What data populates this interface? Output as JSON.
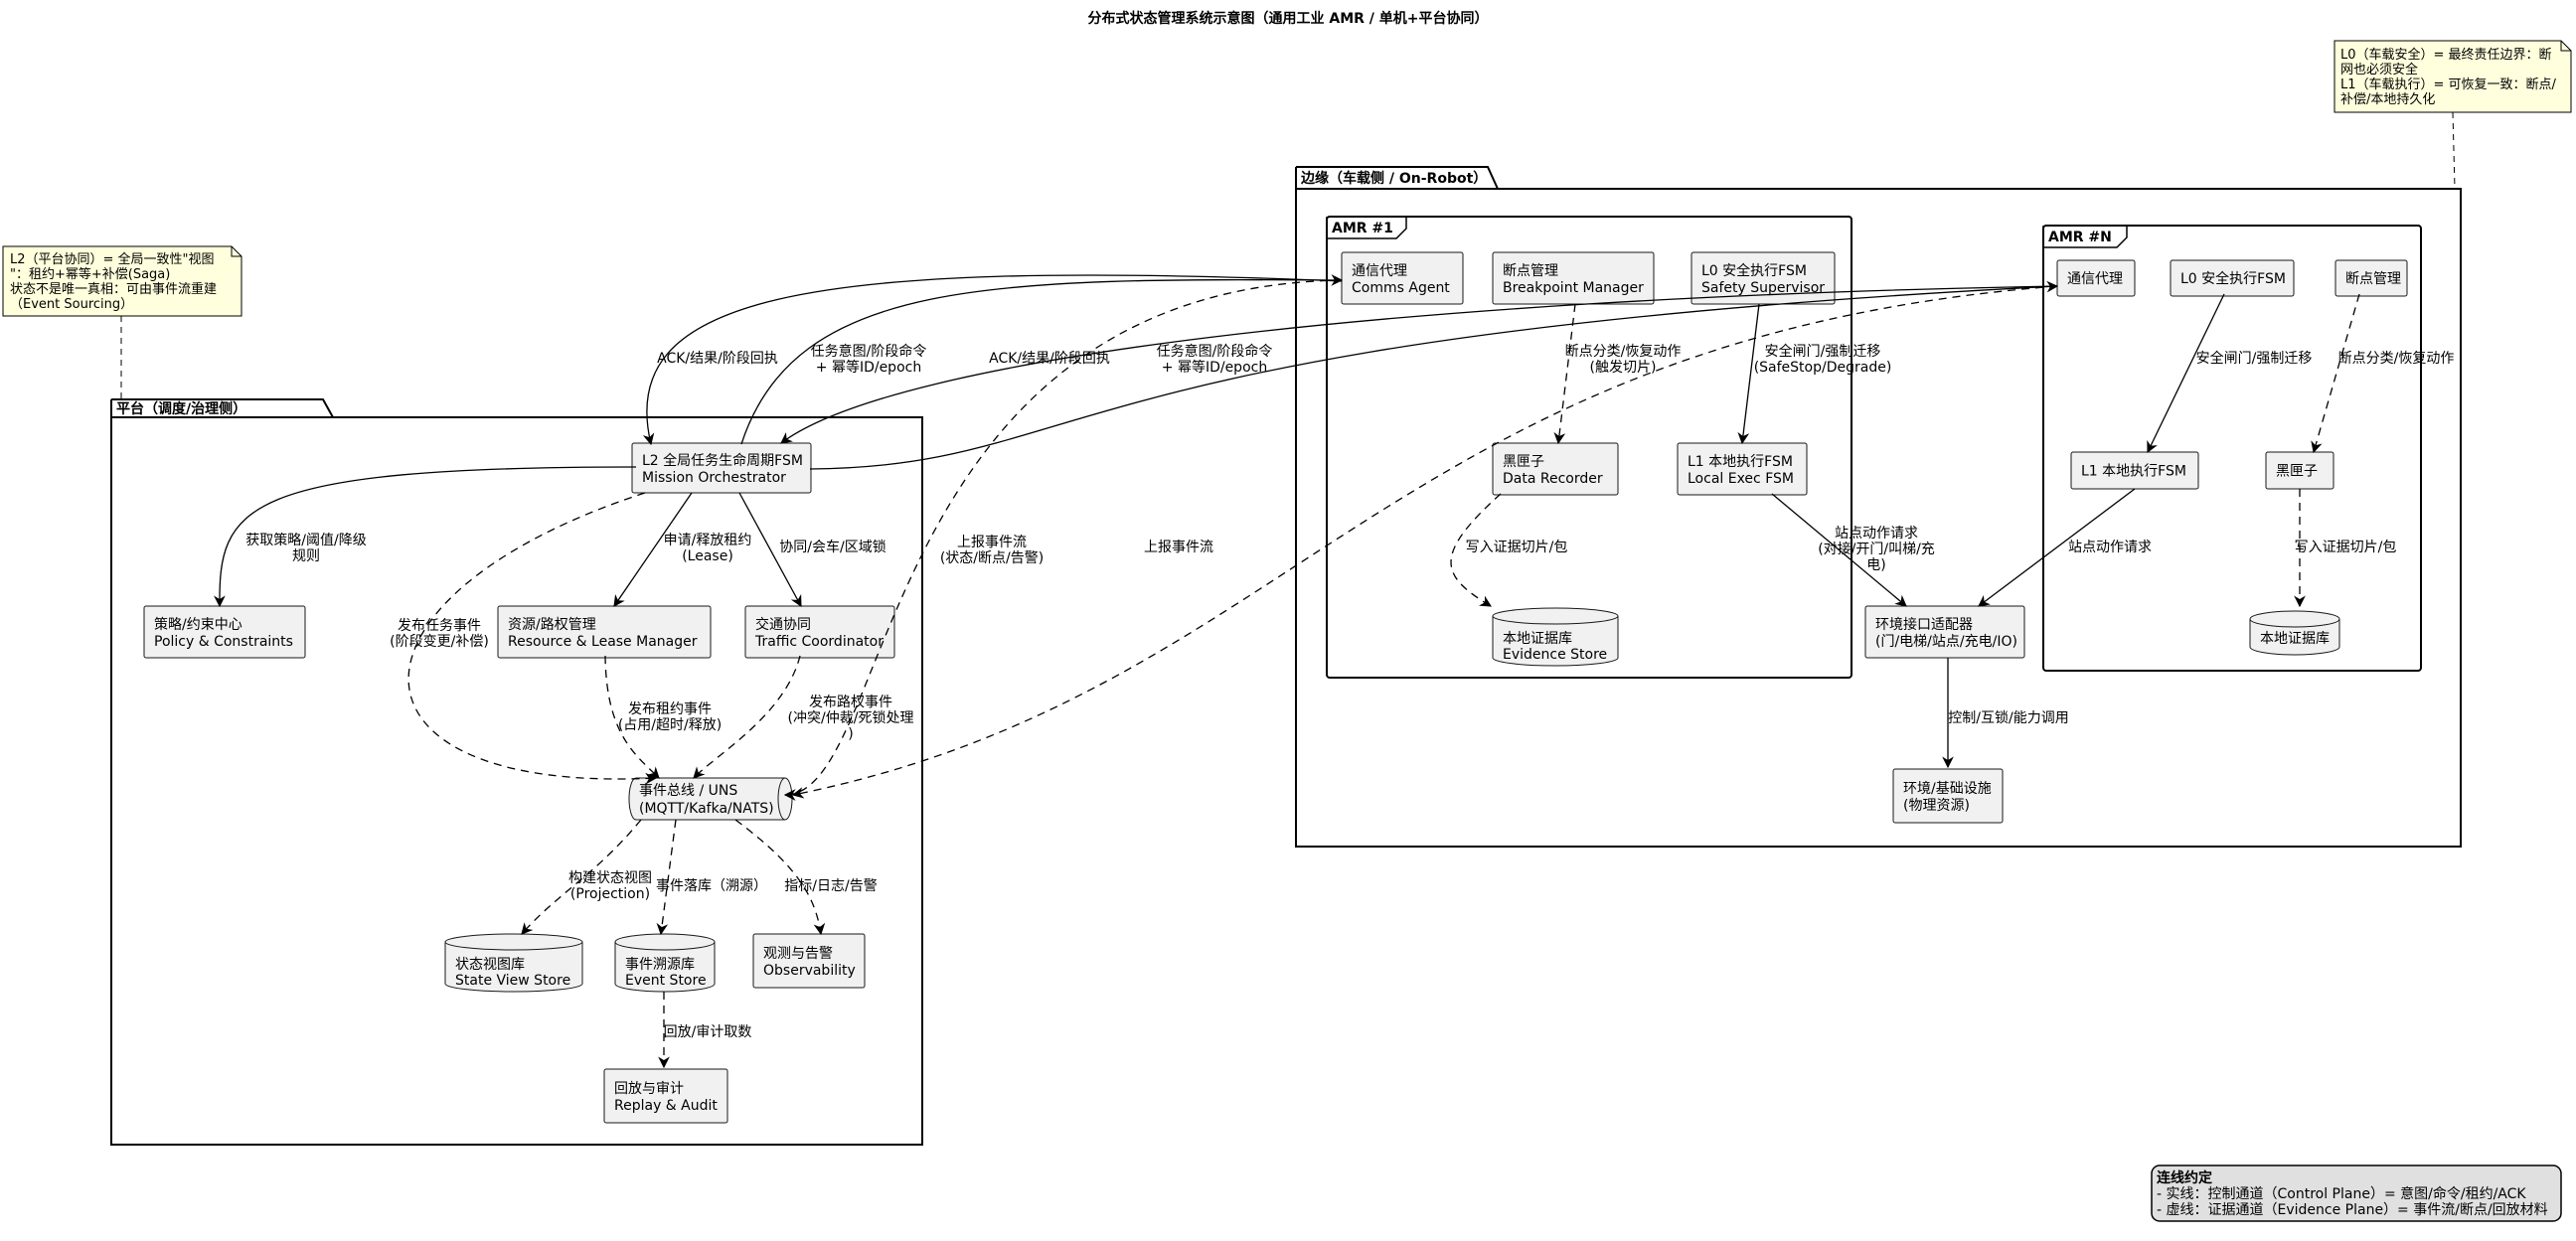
{
  "title": "分布式状态管理系统示意图（通用工业 AMR / 单机+平台协同）",
  "notes": {
    "platform": [
      "L2（平台协同）= 全局一致性\"视图",
      "\"：租约+幂等+补偿(Saga)",
      "状态不是唯一真相：可由事件流重建",
      "（Event Sourcing）"
    ],
    "edge": [
      "L0（车载安全）= 最终责任边界：断",
      "网也必须安全",
      "L1（车载执行）= 可恢复一致：断点/",
      "补偿/本地持久化"
    ]
  },
  "packages": {
    "platform": "平台（调度/治理侧）",
    "edge": "边缘（车载侧 / On-Robot）",
    "amr1": "AMR #1",
    "amrn": "AMR #N"
  },
  "nodes": {
    "orchestrator": [
      "L2 全局任务生命周期FSM",
      "Mission Orchestrator"
    ],
    "policy": [
      "策略/约束中心",
      "Policy & Constraints"
    ],
    "lease": [
      "资源/路权管理",
      "Resource & Lease Manager"
    ],
    "traffic": [
      "交通协同",
      "Traffic Coordinator"
    ],
    "bus": [
      "事件总线 / UNS",
      "(MQTT/Kafka/NATS)"
    ],
    "stateview": [
      "状态视图库",
      "State View Store"
    ],
    "eventstore": [
      "事件溯源库",
      "Event Store"
    ],
    "observ": [
      "观测与告警",
      "Observability"
    ],
    "replay": [
      "回放与审计",
      "Replay & Audit"
    ],
    "comms1": [
      "通信代理",
      "Comms Agent"
    ],
    "bp1": [
      "断点管理",
      "Breakpoint Manager"
    ],
    "safety1": [
      "L0 安全执行FSM",
      "Safety Supervisor"
    ],
    "recorder1": [
      "黑匣子",
      "Data Recorder"
    ],
    "local1": [
      "L1 本地执行FSM",
      "Local Exec FSM"
    ],
    "evidence1": [
      "本地证据库",
      "Evidence Store"
    ],
    "adapter": [
      "环境接口适配器",
      "(门/电梯/站点/充电/IO)"
    ],
    "infra": [
      "环境/基础设施",
      "(物理资源)"
    ],
    "commsn": [
      "通信代理"
    ],
    "safetyn": [
      "L0 安全执行FSM"
    ],
    "bpn": [
      "断点管理"
    ],
    "localn": [
      "L1 本地执行FSM"
    ],
    "recordern": [
      "黑匣子"
    ],
    "evidencen": [
      "本地证据库"
    ]
  },
  "edges": {
    "ack1": [
      "ACK/结果/阶段回执"
    ],
    "cmd1": [
      "任务意图/阶段命令",
      "+ 幂等ID/epoch"
    ],
    "ackn": [
      "ACK/结果/阶段回执"
    ],
    "cmdn": [
      "任务意图/阶段命令",
      "+ 幂等ID/epoch"
    ],
    "report1": [
      "上报事件流",
      "(状态/断点/告警)"
    ],
    "reportn": [
      "上报事件流"
    ],
    "policy": [
      "获取策略/阈值/降级",
      "规则"
    ],
    "lease": [
      "申请/释放租约",
      "(Lease)"
    ],
    "traffic": [
      "协同/会车/区域锁"
    ],
    "pubtask": [
      "发布任务事件",
      "(阶段变更/补偿)"
    ],
    "publease": [
      "发布租约事件",
      "(占用/超时/释放)"
    ],
    "pubroute": [
      "发布路权事件",
      "(冲突/仲裁/死锁处理",
      ")"
    ],
    "projection": [
      "构建状态视图",
      "(Projection)"
    ],
    "eventlog": [
      "事件落库（溯源）"
    ],
    "metrics": [
      "指标/日志/告警"
    ],
    "replay": [
      "回放/审计取数"
    ],
    "bp1": [
      "断点分类/恢复动作",
      "(触发切片)"
    ],
    "safety1": [
      "安全闸门/强制迁移",
      "(SafeStop/Degrade)"
    ],
    "evidence1": [
      "写入证据切片/包"
    ],
    "station1": [
      "站点动作请求",
      "(对接/开门/叫梯/充",
      "电)"
    ],
    "control": [
      "控制/互锁/能力调用"
    ],
    "safetyn": [
      "安全闸门/强制迁移"
    ],
    "bpn": [
      "断点分类/恢复动作"
    ],
    "stationn": [
      "站点动作请求"
    ],
    "evidencen": [
      "写入证据切片/包"
    ]
  },
  "legend": {
    "title": "连线约定",
    "lines": [
      "- 实线：控制通道（Control Plane）= 意图/命令/租约/ACK",
      "- 虚线：证据通道（Evidence Plane）= 事件流/断点/回放材料"
    ]
  }
}
